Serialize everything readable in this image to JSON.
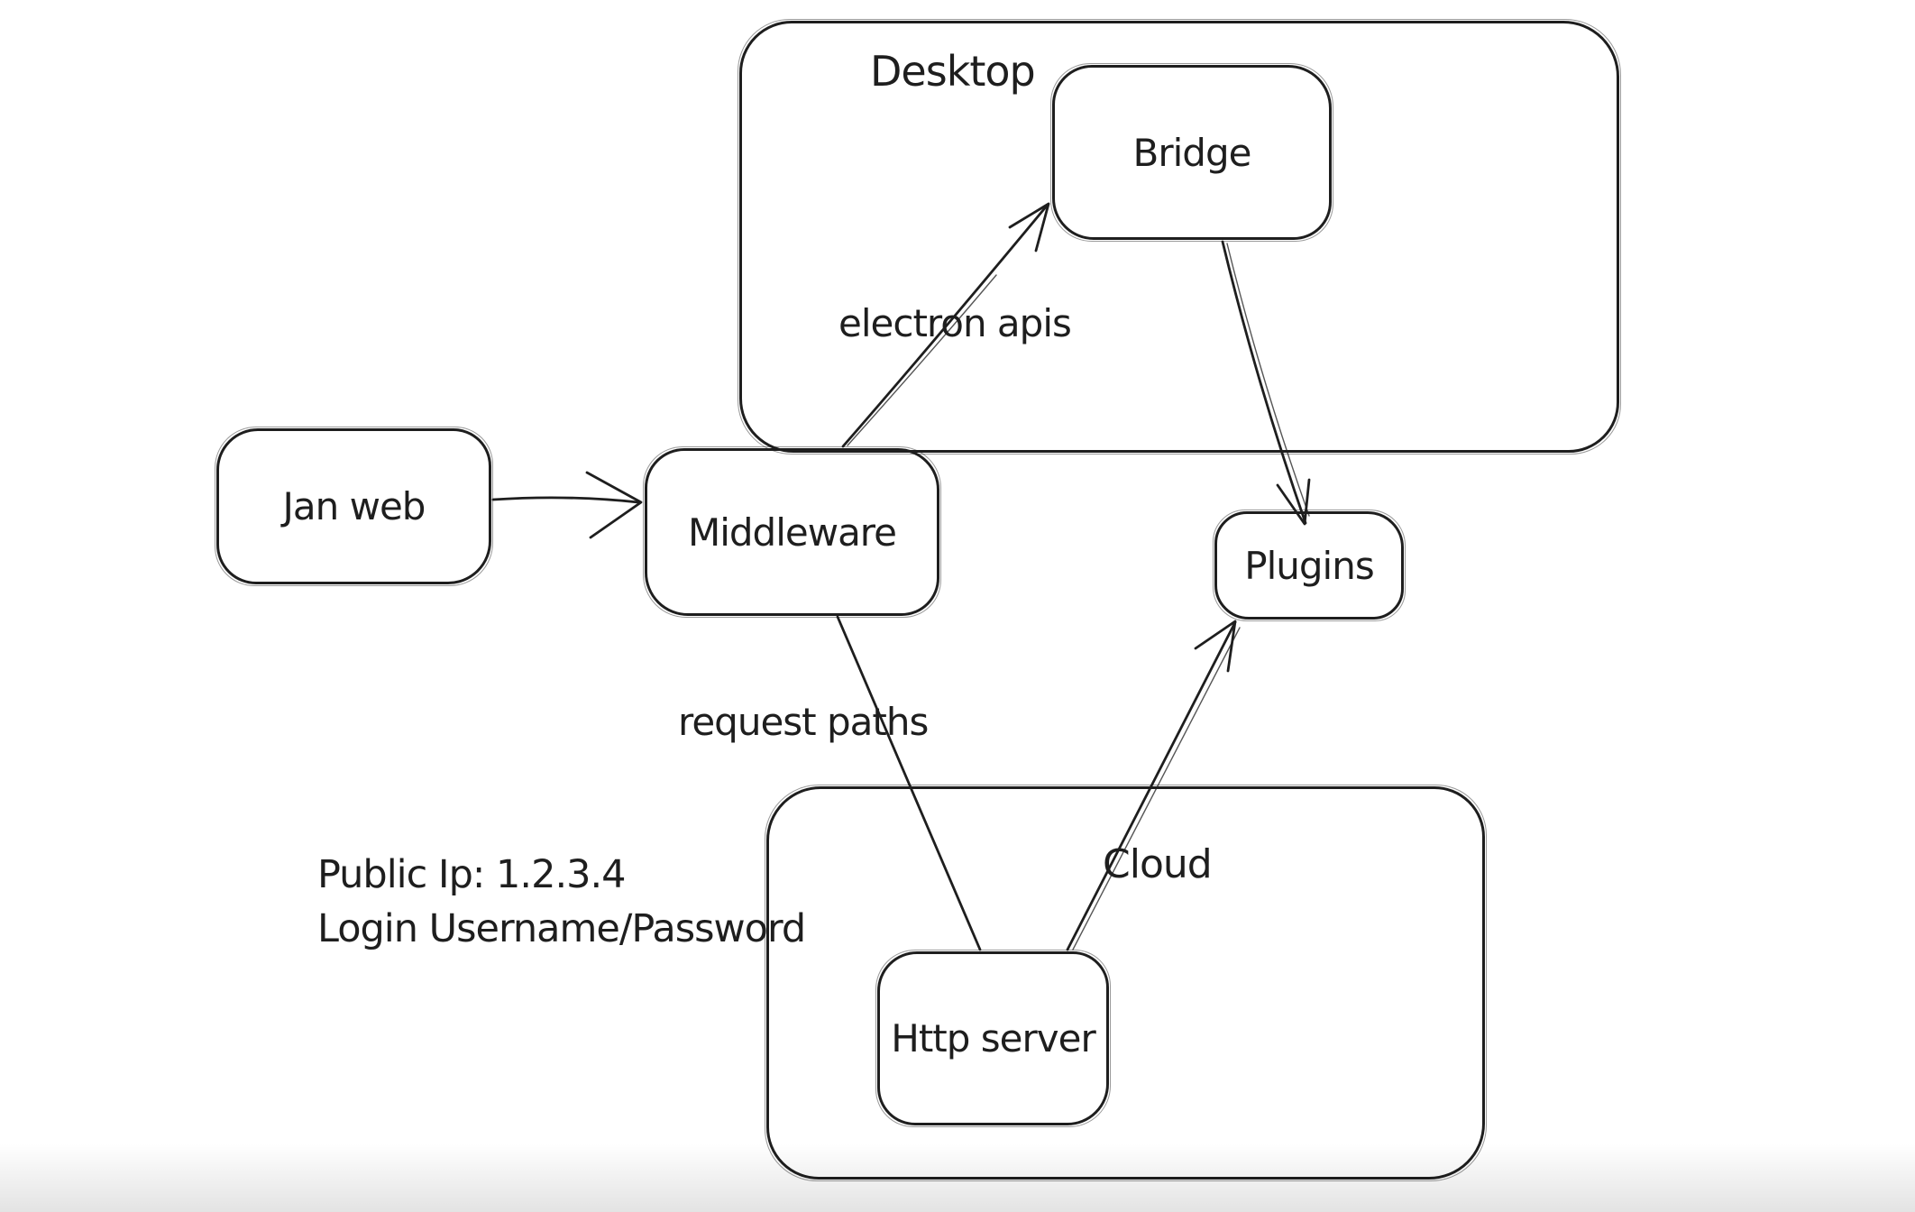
{
  "app": {
    "background_color": "#ffffff",
    "stroke_color": "#1e1e1e"
  },
  "diagram": {
    "containers": [
      {
        "id": "desktop",
        "label": "Desktop"
      },
      {
        "id": "cloud",
        "label": "Cloud"
      }
    ],
    "nodes": [
      {
        "id": "jan-web",
        "label": "Jan web",
        "container": null
      },
      {
        "id": "middleware",
        "label": "Middleware",
        "container": null
      },
      {
        "id": "bridge",
        "label": "Bridge",
        "container": "desktop"
      },
      {
        "id": "plugins",
        "label": "Plugins",
        "container": null
      },
      {
        "id": "http-server",
        "label": "Http server",
        "container": "cloud"
      }
    ],
    "edges": [
      {
        "id": "jan-web-to-middleware",
        "from": "jan-web",
        "to": "middleware",
        "label": "",
        "arrowhead": true
      },
      {
        "id": "middleware-to-bridge",
        "from": "middleware",
        "to": "bridge",
        "label": "electron apis",
        "arrowhead": true
      },
      {
        "id": "bridge-to-plugins",
        "from": "bridge",
        "to": "plugins",
        "label": "",
        "arrowhead": true
      },
      {
        "id": "middleware-to-http-server",
        "from": "middleware",
        "to": "http-server",
        "label": "request paths",
        "arrowhead": false
      },
      {
        "id": "http-server-to-plugins",
        "from": "http-server",
        "to": "plugins",
        "label": "",
        "arrowhead": true
      }
    ],
    "annotations": [
      {
        "id": "public-ip",
        "text": "Public Ip: 1.2.3.4"
      },
      {
        "id": "login",
        "text": "Login Username/Password"
      }
    ]
  }
}
